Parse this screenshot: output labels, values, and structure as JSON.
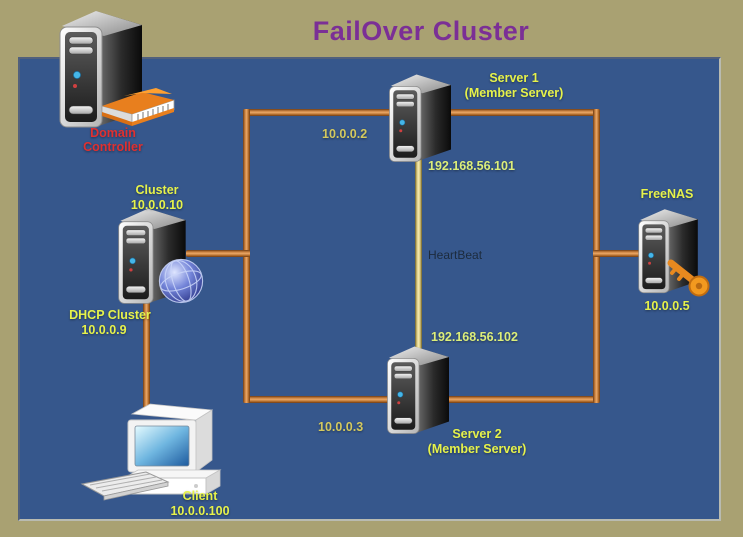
{
  "title": "FailOver Cluster",
  "nodes": {
    "domain_controller": {
      "name": "Domain Controller"
    },
    "cluster": {
      "name": "Cluster",
      "ip": "10.0.0.10"
    },
    "dhcp_cluster": {
      "name": "DHCP Cluster",
      "ip": "10.0.0.9"
    },
    "server1": {
      "name": "Server 1",
      "role": "(Member Server)",
      "cluster_ip": "10.0.0.2",
      "public_ip": "192.168.56.101"
    },
    "server2": {
      "name": "Server 2",
      "role": "(Member Server)",
      "cluster_ip": "10.0.0.3",
      "public_ip": "192.168.56.102"
    },
    "freenas": {
      "name": "FreeNAS",
      "ip": "10.0.0.5"
    },
    "client": {
      "name": "Client",
      "ip": "10.0.0.100"
    }
  },
  "links": {
    "heartbeat_label": "HeartBeat"
  },
  "colors": {
    "canvas-olive": "#a9a172",
    "panel-blue": "#36578c",
    "pipe-orange": "#c8803f",
    "heartbeat-yellow": "#f4eab2",
    "label-yellow": "#e6f24b",
    "ip-gold": "#d4c95e",
    "ip-pale": "#dcee7a",
    "dc-red": "#e03030",
    "title-purple": "#7b2f96",
    "heartbeat-text": "#1c2b3d"
  }
}
